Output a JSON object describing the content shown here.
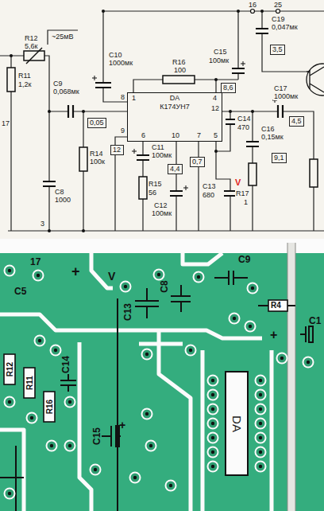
{
  "diagram": {
    "nodes": [
      {
        "text": [
          "3,5"
        ]
      },
      {
        "text": [
          "DA",
          "К174УН7"
        ]
      },
      {
        "text": [
          "8,6"
        ]
      },
      {
        "text": [
          "0,05"
        ]
      },
      {
        "text": [
          "4,5"
        ]
      },
      {
        "text": [
          "12"
        ]
      },
      {
        "text": [
          "9,1"
        ]
      },
      {
        "text": [
          "0,7"
        ]
      },
      {
        "text": [
          "4,4"
        ]
      },
      {
        "text": [
          "DA"
        ]
      }
    ],
    "labels": [
      "R12",
      "5,6к",
      "~25мВ",
      "R11",
      "1,2к",
      "17",
      "C10",
      "1000мк",
      "R16",
      "100",
      "C9",
      "0,068мк",
      "16",
      "25",
      "C19",
      "0,047мк",
      "C15",
      "100мк",
      "8",
      "1",
      "4",
      "12",
      "C17",
      "1000мк",
      "C14",
      "470",
      "R14",
      "100к",
      "9",
      "6",
      "C11",
      "100мк",
      "10",
      "7",
      "5",
      "C16",
      "0,15мк",
      "C8",
      "1000",
      "R15",
      "56",
      "C13",
      "680",
      "V",
      "R17",
      "1",
      "C12",
      "100мк",
      "3",
      "17",
      "C5",
      "+",
      "V",
      "C13",
      "C8",
      "C9",
      "R4",
      "C1",
      "+",
      "R12",
      "R11",
      "C14",
      "R16",
      "C15",
      "+"
    ]
  }
}
